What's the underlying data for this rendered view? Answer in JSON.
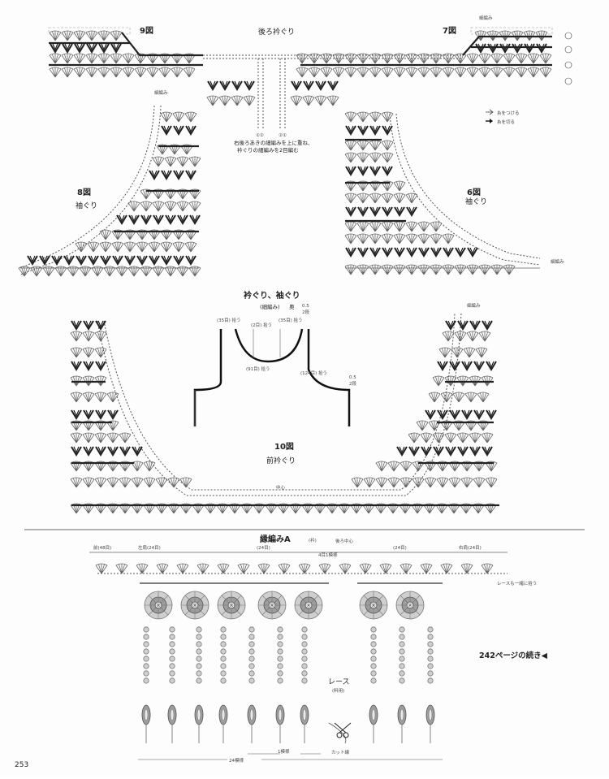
{
  "page_number": "253",
  "fig9": {
    "title": "9図"
  },
  "fig7": {
    "title": "7図",
    "note": "細編み"
  },
  "back_neck": {
    "label": "後ろ衿ぐり"
  },
  "center_note": {
    "line1": "右後ろあきの細編みを上に重ね、",
    "line2": "衿ぐりの細編みを2目編む"
  },
  "legend": {
    "attach": "糸をつける",
    "cut": "糸を切る"
  },
  "fig8": {
    "title": "8図",
    "subtitle": "袖ぐり",
    "note": "細編み"
  },
  "fig6": {
    "title": "6図",
    "subtitle": "袖ぐり",
    "side": "細編み"
  },
  "schematic": {
    "title": "衿ぐり、袖ぐり",
    "subtitle": "(細編み)",
    "unit": "奥",
    "label_35": "(35目) 拾う",
    "label_2": "(2目) 拾う",
    "label_35b": "(35目) 拾う",
    "label_91": "(91目) 拾う",
    "label_124": "(124目) 拾う",
    "h1": "0.5",
    "h1_unit": "2段",
    "h2": "0.5",
    "h2_unit": "2段"
  },
  "fig10": {
    "title": "10図",
    "subtitle": "前衿ぐり",
    "center": "中心",
    "note": "細編み"
  },
  "edge": {
    "title": "縁編みA",
    "title_unit": "(衿)",
    "back_center": "後ろ中心",
    "front_48": "前(48目)",
    "left_back_24": "左肩(24目)",
    "count_24a": "(24目)",
    "count_4": "4目1模様",
    "count_24b": "(24目)",
    "right_back_24": "右肩(24目)",
    "lace_note": "レースも一緒に拾う"
  },
  "continued": "242ページの続き◀",
  "lace": {
    "label": "レース",
    "sub": "(料用)"
  },
  "cut_line": "カット線",
  "pattern1": "1模様",
  "pattern24": "24模様"
}
